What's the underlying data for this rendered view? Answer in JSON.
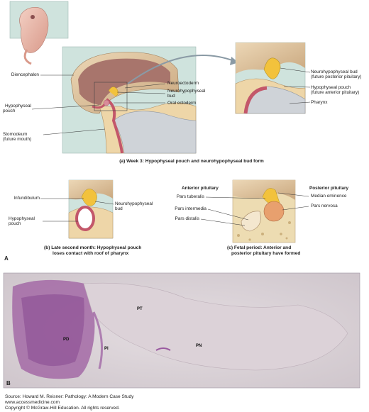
{
  "panel_a": {
    "labels": {
      "diencephalon": "Diencephalon",
      "hypophyseal_pouch_1": "Hypophyseal",
      "hypophyseal_pouch_2": "pouch",
      "stomodeum_1": "Stomodeum",
      "stomodeum_2": "(future mouth)",
      "neuroectoderm": "Neuroectoderm",
      "neurohypophyseal_bud_1": "Neurohypophyseal",
      "neurohypophyseal_bud_2": "bud",
      "oral_ectoderm": "Oral ectoderm",
      "inset_bud_1": "Neurohypophyseal bud",
      "inset_bud_2": "(future posterior pituitary)",
      "inset_pouch_1": "Hypophyseal pouch",
      "inset_pouch_2": "(future anterior pituitary)",
      "pharynx": "Pharynx"
    },
    "caption": "(a) Week 3: Hypophyseal pouch and neurohypophyseal bud form"
  },
  "panel_b": {
    "labels": {
      "infundibulum": "Infundibulum",
      "pouch_1": "Hypophyseal",
      "pouch_2": "pouch",
      "bud_1": "Neurohypophyseal",
      "bud_2": "bud"
    },
    "caption_1": "(b) Late second month: Hypophyseal pouch",
    "caption_2": "loses contact with roof of pharynx"
  },
  "panel_c": {
    "anterior_heading": "Anterior pituitary",
    "posterior_heading": "Posterior pituitary",
    "labels": {
      "pars_tuberalis": "Pars tuberalis",
      "pars_intermedia": "Pars intermedia",
      "pars_distalis": "Pars distalis",
      "median_eminence": "Median eminence",
      "pars_nervosa": "Pars nervosa"
    },
    "caption_1": "(c) Fetal period: Anterior and",
    "caption_2": "posterior pituitary have formed"
  },
  "figure_letter_a": "A",
  "micrograph": {
    "letter": "B",
    "labels": {
      "pt": "PT",
      "pd": "PD",
      "pi": "PI",
      "pn": "PN"
    }
  },
  "source": {
    "line1": "Source: Howard M. Reisner: Pathology: A Modern Case Study",
    "line2": "www.accessmedicine.com",
    "line3": "Copyright © McGraw-Hill Education.  All rights reserved."
  },
  "colors": {
    "panel_bg": "#cfe3dd",
    "brain_tan": "#e2c9a3",
    "yellow_bud": "#f2c23c",
    "pink_tissue": "#d98c9a",
    "micro_bg": "#d8d2d6",
    "micro_purple": "#9a5aa0"
  }
}
